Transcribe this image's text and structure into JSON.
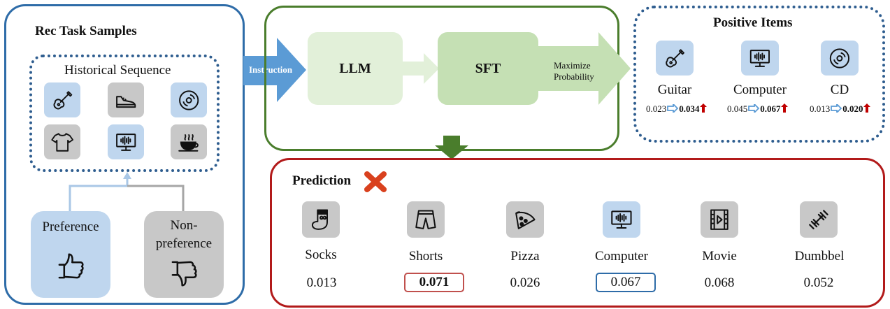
{
  "rec_task": {
    "title": "Rec Task Samples",
    "history_title": "Historical Sequence",
    "history_items": [
      {
        "icon": "guitar-icon",
        "tone": "blue"
      },
      {
        "icon": "sneaker-icon",
        "tone": "gray"
      },
      {
        "icon": "cd-icon",
        "tone": "blue"
      },
      {
        "icon": "tshirt-icon",
        "tone": "gray"
      },
      {
        "icon": "computer-icon",
        "tone": "blue"
      },
      {
        "icon": "coffee-cup-icon",
        "tone": "gray"
      }
    ],
    "preference_label": "Preference",
    "nonpreference_label_1": "Non-",
    "nonpreference_label_2": "preference"
  },
  "pipeline": {
    "instruction_label": "Instruction",
    "llm_label": "LLM",
    "sft_label": "SFT",
    "maximize_line1": "Maximize",
    "maximize_line2": "Probability"
  },
  "positive": {
    "title": "Positive Items",
    "items": [
      {
        "name": "Guitar",
        "icon": "guitar-icon",
        "before": "0.023",
        "after": "0.034"
      },
      {
        "name": "Computer",
        "icon": "computer-icon",
        "before": "0.045",
        "after": "0.067"
      },
      {
        "name": "CD",
        "icon": "cd-icon",
        "before": "0.013",
        "after": "0.020"
      }
    ]
  },
  "prediction": {
    "title": "Prediction",
    "items": [
      {
        "name": "Socks",
        "icon": "sock-icon",
        "tone": "gray",
        "score": "0.013"
      },
      {
        "name": "Shorts",
        "icon": "shorts-icon",
        "tone": "gray",
        "score": "0.071"
      },
      {
        "name": "Pizza",
        "icon": "pizza-icon",
        "tone": "gray",
        "score": "0.026"
      },
      {
        "name": "Computer",
        "icon": "computer-icon",
        "tone": "blue",
        "score": "0.067"
      },
      {
        "name": "Movie",
        "icon": "film-icon",
        "tone": "gray",
        "score": "0.068"
      },
      {
        "name": "Dumbbel",
        "icon": "dumbbell-icon",
        "tone": "gray",
        "score": "0.052"
      }
    ]
  },
  "colors": {
    "blue_tile": "#bfd6ee",
    "gray_tile": "#c8c8c8",
    "blue_border": "#2e6ca8",
    "green_border": "#4a7d2c",
    "red_border": "#b21a1a",
    "arrow_blue": "#5b9bd5",
    "up_arrow": "#c00000"
  }
}
